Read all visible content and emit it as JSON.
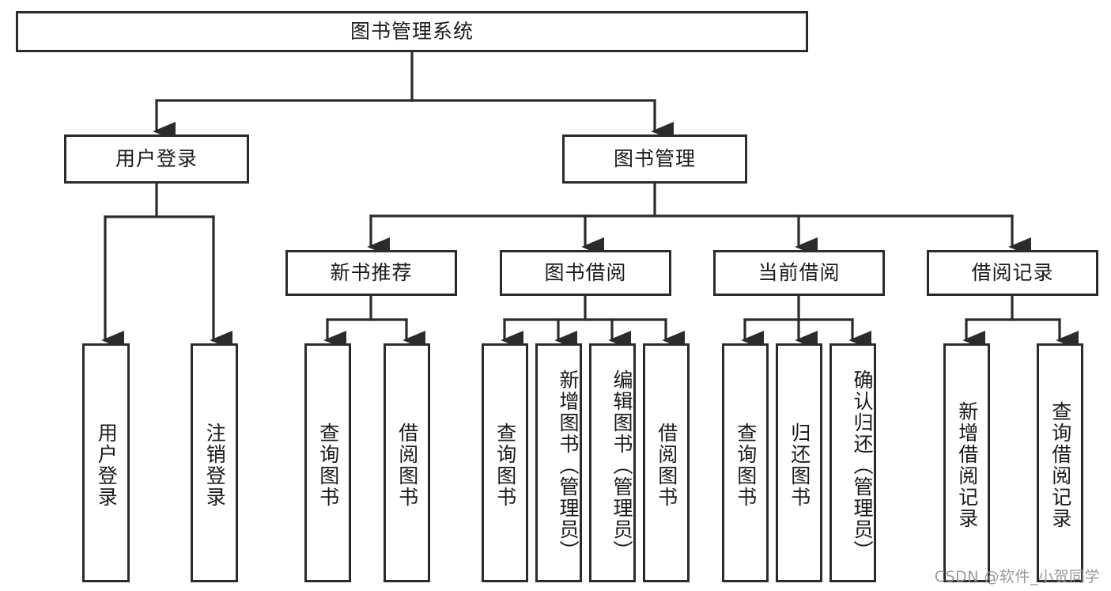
{
  "diagram": {
    "title": "图书管理系统",
    "type": "tree",
    "watermark": "CSDN @软件_小贺同学",
    "colors": {
      "box_border": "#2b2b2b",
      "box_fill": "#ffffff",
      "connector": "#2b2b2b",
      "text": "#1a1a1a",
      "watermark": "#9a9a9a"
    },
    "levels": {
      "root": {
        "label": "图书管理系统"
      },
      "level2": [
        {
          "id": "user-login",
          "label": "用户登录"
        },
        {
          "id": "book-management",
          "label": "图书管理"
        }
      ],
      "level3": [
        {
          "id": "new-book-recommend",
          "label": "新书推荐"
        },
        {
          "id": "book-borrow",
          "label": "图书借阅"
        },
        {
          "id": "current-borrow",
          "label": "当前借阅"
        },
        {
          "id": "borrow-record",
          "label": "借阅记录"
        }
      ],
      "level4": [
        {
          "id": "leaf-user-login",
          "label": "用户登录",
          "parent": "user-login"
        },
        {
          "id": "leaf-logout-login",
          "label": "注销登录",
          "parent": "user-login"
        },
        {
          "id": "leaf-query-book-1",
          "label": "查询图书",
          "parent": "new-book-recommend"
        },
        {
          "id": "leaf-borrow-book-1",
          "label": "借阅图书",
          "parent": "new-book-recommend"
        },
        {
          "id": "leaf-query-book-2",
          "label": "查询图书",
          "parent": "book-borrow"
        },
        {
          "id": "leaf-add-book",
          "label": "新增图书（管理员）",
          "parent": "book-borrow"
        },
        {
          "id": "leaf-edit-book",
          "label": "编辑图书（管理员）",
          "parent": "book-borrow"
        },
        {
          "id": "leaf-borrow-book-2",
          "label": "借阅图书",
          "parent": "book-borrow"
        },
        {
          "id": "leaf-query-book-3",
          "label": "查询图书",
          "parent": "current-borrow"
        },
        {
          "id": "leaf-return-book",
          "label": "归还图书",
          "parent": "current-borrow"
        },
        {
          "id": "leaf-confirm-return",
          "label": "确认归还（管理员）",
          "parent": "current-borrow"
        },
        {
          "id": "leaf-add-borrow-record",
          "label": "新增借阅记录",
          "parent": "borrow-record"
        },
        {
          "id": "leaf-query-borrow-record",
          "label": "查询借阅记录",
          "parent": "borrow-record"
        }
      ]
    }
  }
}
